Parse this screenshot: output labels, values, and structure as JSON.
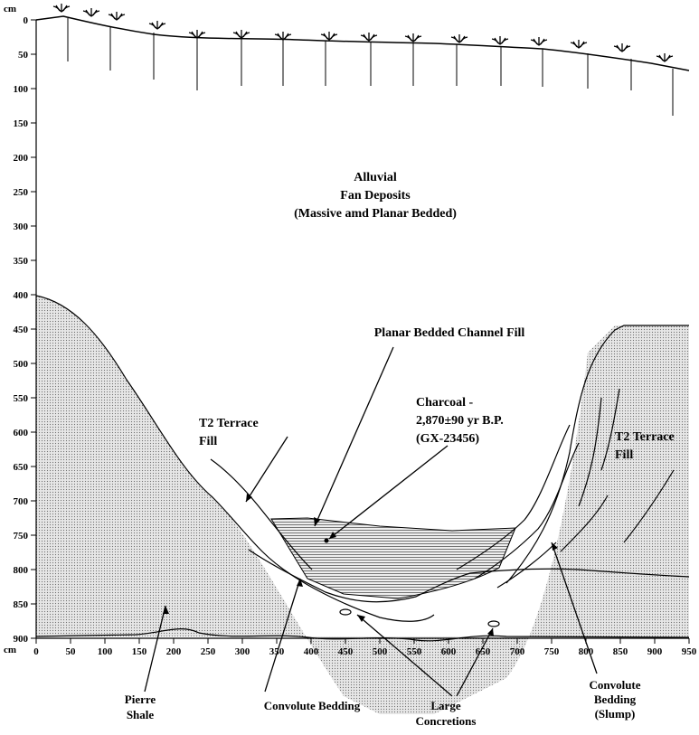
{
  "axes": {
    "y_unit_label": "cm",
    "x_unit_label": "cm",
    "y_ticks": [
      "0",
      "50",
      "100",
      "150",
      "200",
      "250",
      "300",
      "350",
      "400",
      "450",
      "500",
      "550",
      "600",
      "650",
      "700",
      "750",
      "800",
      "850",
      "900"
    ],
    "x_ticks": [
      "0",
      "50",
      "100",
      "150",
      "200",
      "250",
      "300",
      "350",
      "400",
      "450",
      "500",
      "550",
      "600",
      "650",
      "700",
      "750",
      "800",
      "850",
      "900",
      "950"
    ]
  },
  "labels": {
    "alluvial_line1": "Alluvial",
    "alluvial_line2": "Fan Deposits",
    "alluvial_line3": "(Massive amd Planar Bedded)",
    "channel_fill": "Planar Bedded Channel Fill",
    "charcoal_line1": "Charcoal -",
    "charcoal_line2": "2,870±90 yr B.P.",
    "charcoal_line3": "(GX-23456)",
    "t2_left_line1": "T2 Terrace",
    "t2_left_line2": "Fill",
    "t2_right_line1": "T2 Terrace",
    "t2_right_line2": "Fill",
    "pierre_line1": "Pierre",
    "pierre_line2": "Shale",
    "convolute": "Convolute Bedding",
    "concretions_line1": "Large",
    "concretions_line2": "Concretions",
    "slump_line1": "Convolute",
    "slump_line2": "Bedding",
    "slump_line3": "(Slump)"
  },
  "colors": {
    "stipple": "#c8c8c8",
    "line": "#000000",
    "hatch": "#555555"
  }
}
